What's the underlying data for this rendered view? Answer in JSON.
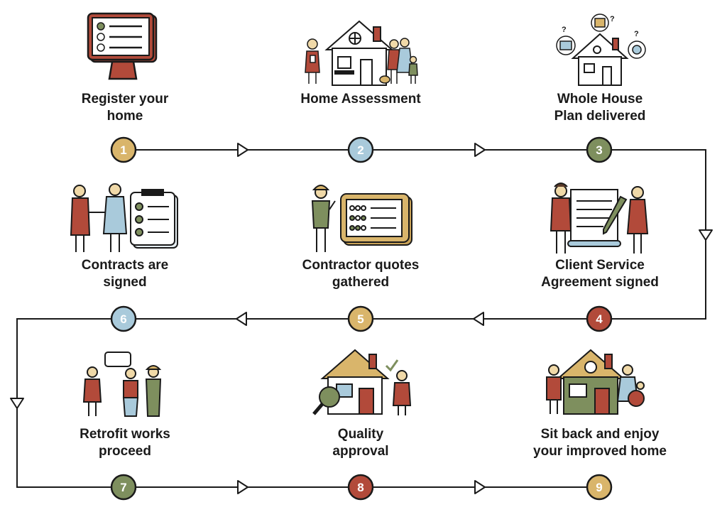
{
  "steps": [
    {
      "number": "1",
      "label_line1": "Register your",
      "label_line2": "home",
      "color": "#D9B56B",
      "illustration": "computer-checklist-icon"
    },
    {
      "number": "2",
      "label_line1": "Home Assessment",
      "label_line2": "",
      "color": "#A9CADB",
      "illustration": "house-family-assessor-icon"
    },
    {
      "number": "3",
      "label_line1": "Whole House",
      "label_line2": "Plan delivered",
      "color": "#7E8F5E",
      "illustration": "house-options-icon"
    },
    {
      "number": "4",
      "label_line1": "Client Service",
      "label_line2": "Agreement signed",
      "color": "#B24A3A",
      "illustration": "signing-document-icon"
    },
    {
      "number": "5",
      "label_line1": "Contractor quotes",
      "label_line2": "gathered",
      "color": "#D9B56B",
      "illustration": "contractor-tablet-icon"
    },
    {
      "number": "6",
      "label_line1": "Contracts are",
      "label_line2": "signed",
      "color": "#A9CADB",
      "illustration": "handshake-contract-icon"
    },
    {
      "number": "7",
      "label_line1": "Retrofit works",
      "label_line2": "proceed",
      "color": "#7E8F5E",
      "illustration": "workers-team-icon"
    },
    {
      "number": "8",
      "label_line1": "Quality",
      "label_line2": "approval",
      "color": "#B24A3A",
      "illustration": "house-inspection-icon"
    },
    {
      "number": "9",
      "label_line1": "Sit back and enjoy",
      "label_line2": "your improved home",
      "color": "#D9B56B",
      "illustration": "happy-family-home-icon"
    }
  ],
  "colors": {
    "line": "#1a1a1a",
    "ochre": "#D9B56B",
    "blue": "#A9CADB",
    "green": "#7E8F5E",
    "red": "#B24A3A"
  }
}
